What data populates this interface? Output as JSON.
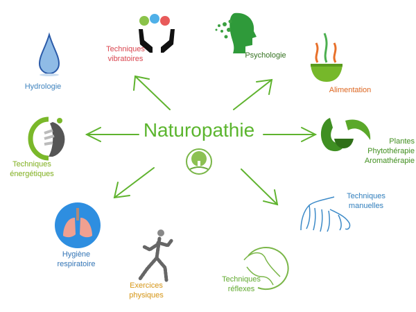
{
  "title": "Naturopathie",
  "colors": {
    "arrow": "#5fb32e",
    "title": "#5bb52e"
  },
  "branches": [
    {
      "lines": [
        "Hydrologie"
      ],
      "color": "#4a8ec9",
      "icon": "water-drop-icon"
    },
    {
      "lines": [
        "Techniques",
        "vibratoires"
      ],
      "color": "#e5505a",
      "icon": "hands-icon"
    },
    {
      "lines": [
        "Psychologie"
      ],
      "color": "#3f7d2b",
      "icon": "head-icon"
    },
    {
      "lines": [
        "Alimentation"
      ],
      "color": "#e8702a",
      "icon": "bowl-icon"
    },
    {
      "lines": [
        "Plantes",
        "Phytothérapie",
        "Aromathérapie"
      ],
      "color": "#4c9a2a",
      "icon": "leaf-mortar-icon"
    },
    {
      "lines": [
        "Techniques",
        "énergétiques"
      ],
      "color": "#8bbb2a",
      "icon": "energy-hand-icon"
    },
    {
      "lines": [
        "Hygiène",
        "respiratoire"
      ],
      "color": "#3d7fc0",
      "icon": "lungs-icon"
    },
    {
      "lines": [
        "Exercices",
        "physiques"
      ],
      "color": "#e0a020",
      "icon": "runner-icon"
    },
    {
      "lines": [
        "Techniques",
        "réflexes"
      ],
      "color": "#6cb53a",
      "icon": "foot-icon"
    },
    {
      "lines": [
        "Techniques",
        "manuelles"
      ],
      "color": "#3c8ac8",
      "icon": "massage-hands-icon"
    }
  ]
}
